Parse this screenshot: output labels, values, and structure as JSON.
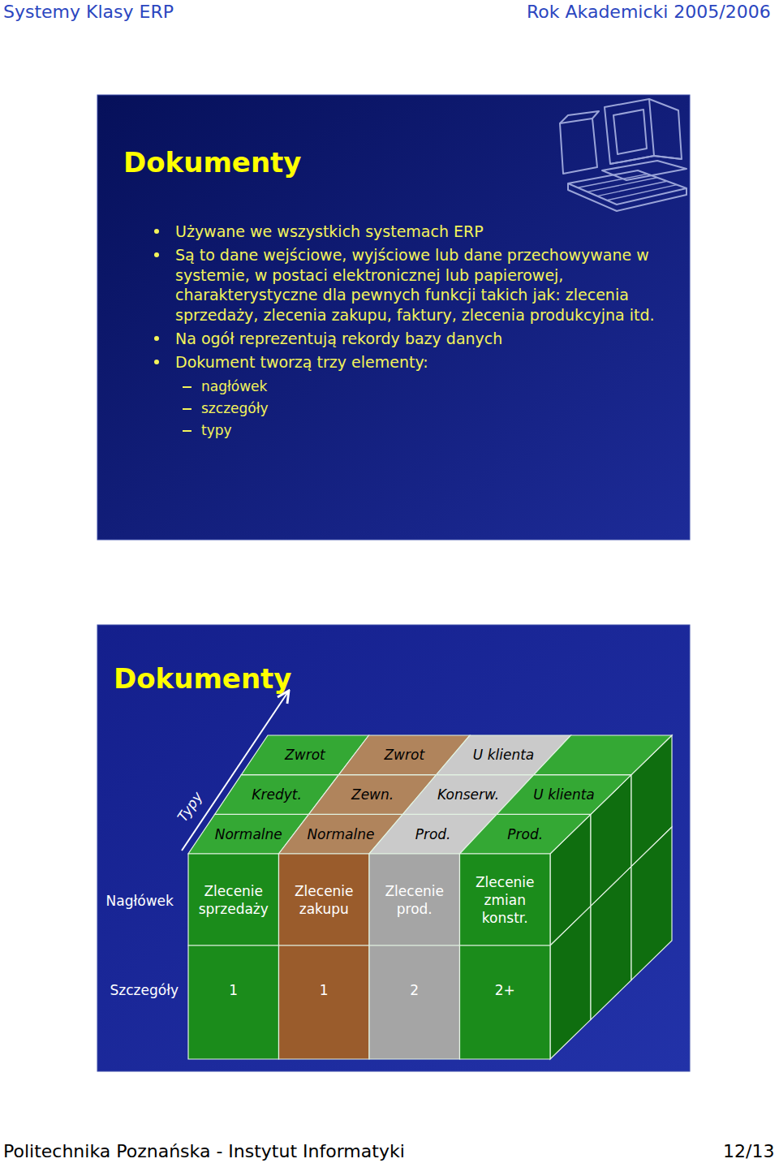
{
  "diagram": {
    "nodes": [
      {
        "text": [
          "Dokumenty",
          "Używane we wszystkich systemach ERP",
          "Są to dane wejściowe, wyjściowe lub dane przechowywane w systemie, w postaci elektronicznej lub papierowej, charakterystyczne dla pewnych funkcji takich jak: zlecenia sprzedaży, zlecenia zakupu, faktury, zlecenia produkcyjna itd.",
          "Na ogół reprezentują rekordy bazy danych",
          "Dokument tworzą trzy elementy:",
          "nagłówek",
          "szczegóły",
          "typy"
        ]
      },
      {
        "text": [
          "Dokumenty"
        ]
      },
      {
        "text": [
          "Zwrot"
        ],
        "in": 1
      },
      {
        "text": [
          "Zwrot"
        ],
        "in": 1
      },
      {
        "text": [
          "U klienta"
        ],
        "in": 1
      },
      {
        "text": [
          "Kredyt."
        ],
        "in": 1
      },
      {
        "text": [
          "Zewn."
        ],
        "in": 1
      },
      {
        "text": [
          "Konserw."
        ],
        "in": 1
      },
      {
        "text": [
          "U klienta"
        ],
        "in": 1
      },
      {
        "text": [
          "Normalne"
        ],
        "in": 1
      },
      {
        "text": [
          "Normalne"
        ],
        "in": 1
      },
      {
        "text": [
          "Prod."
        ],
        "in": 1
      },
      {
        "text": [
          "Prod."
        ],
        "in": 1
      },
      {
        "text": [
          "Zlecenie sprzedaży"
        ],
        "in": 1
      },
      {
        "text": [
          "Zlecenie zakupu"
        ],
        "in": 1
      },
      {
        "text": [
          "Zlecenie prod."
        ],
        "in": 1
      },
      {
        "text": [
          "Zlecenie zmian konstr."
        ],
        "in": 1
      },
      {
        "text": [
          "1"
        ],
        "in": 1
      },
      {
        "text": [
          "1"
        ],
        "in": 1
      },
      {
        "text": [
          "2"
        ],
        "in": 1
      },
      {
        "text": [
          "2+"
        ],
        "in": 1
      }
    ],
    "labels": [
      "Systemy Klasy ERP",
      "Rok Akademicki 2005/2006",
      "Typy",
      "Nagłówek",
      "Szczegóły",
      "Politechnika Poznańska - Instytut Informatyki",
      "12/13"
    ]
  }
}
